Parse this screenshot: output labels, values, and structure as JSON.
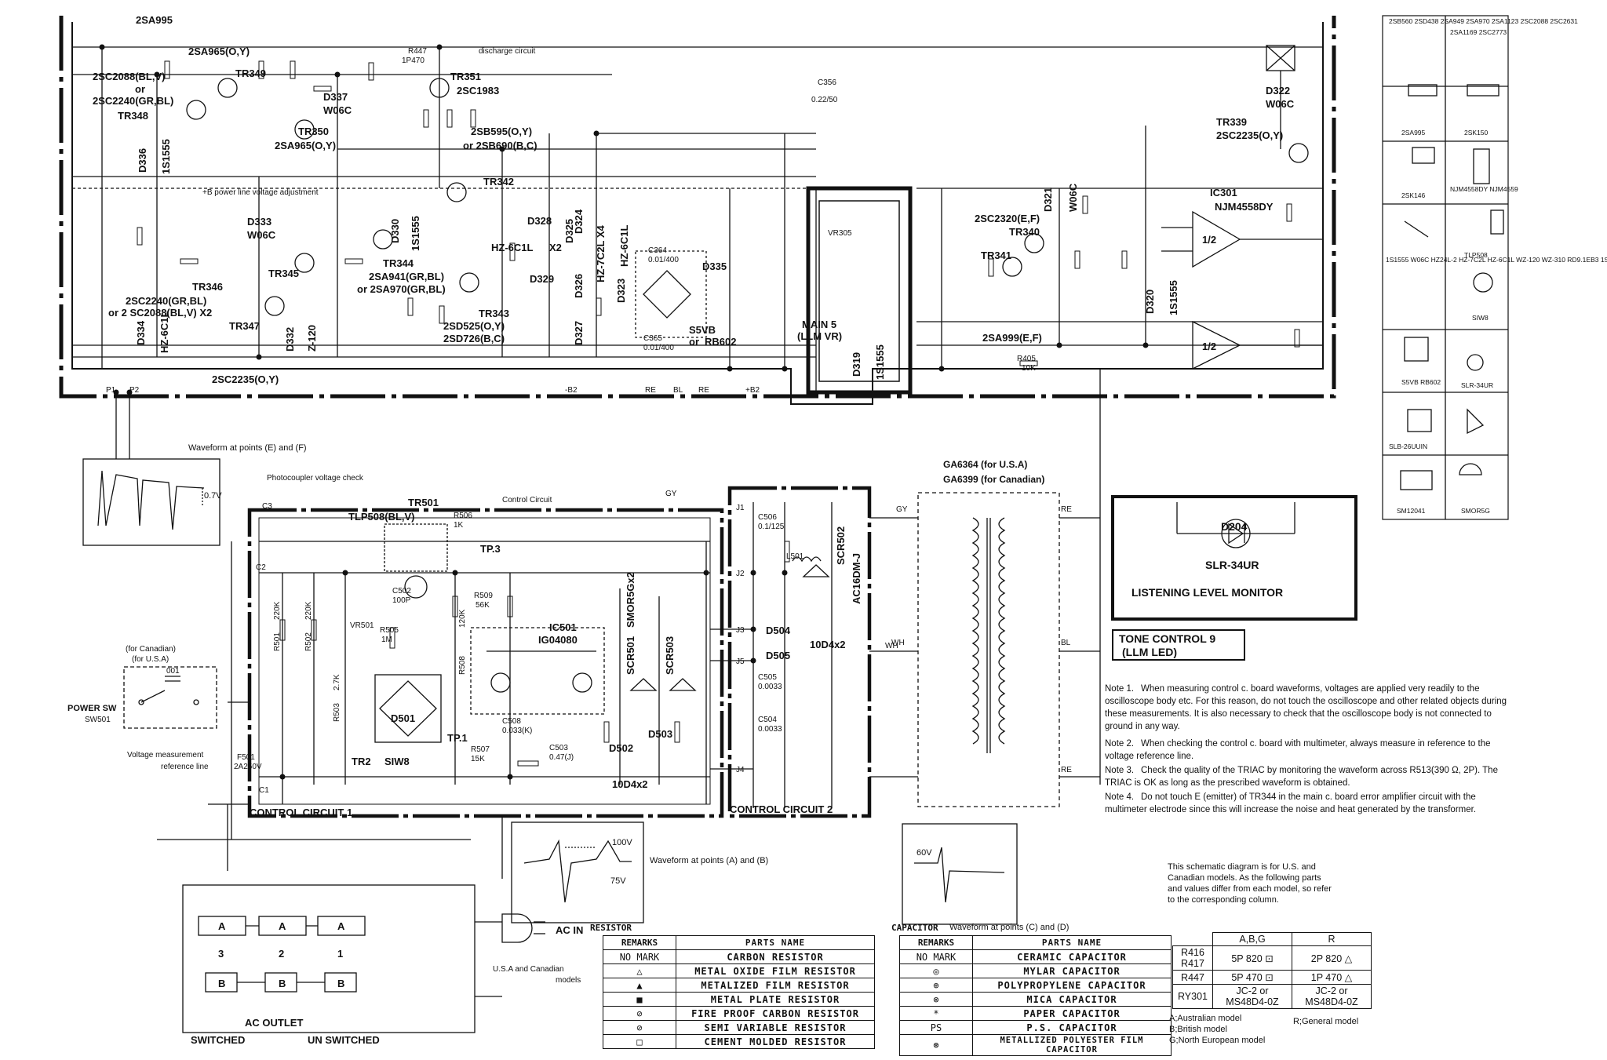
{
  "top_labels": {
    "tr_2sa995": "2SA995",
    "tr349_type": "2SA965(O,Y)",
    "tr349": "TR349",
    "tr348_type_a": "2SC2088(BL,V)",
    "tr348_or": "or",
    "tr348_type_b": "2SC2240(GR,BL)",
    "tr348": "TR348",
    "tr350": "TR350",
    "tr350_type": "2SA965(O,Y)",
    "d337": "D337",
    "d337_type": "W06C",
    "tr351": "TR351",
    "tr351_type": "2SC1983",
    "discharge": "discharge circuit",
    "r447": "R447",
    "r447_val": "1P470",
    "tr_2sb595": "2SB595(O,Y)",
    "tr_2sb690": "or 2SB690(B,C)",
    "d336": "D336",
    "d336_type": "1S1555",
    "bplus": "+B power line voltage adjustment",
    "d333": "D333",
    "d333_type": "W06C",
    "tr346": "TR346",
    "tr345": "TR345",
    "tr346_type_a": "2SC2240(GR,BL)",
    "tr346_type_b": "or 2 SC2088(BL,V) X2",
    "tr347": "TR347",
    "d334": "D334",
    "d334_type": "HZ-6C1L",
    "d332": "D332",
    "d332_type": "Z-120",
    "tr344": "TR344",
    "tr344_type_a": "2SA941(GR,BL)",
    "tr344_type_b": "or 2SA970(GR,BL)",
    "d330": "D330",
    "d330_type": "1S1555",
    "tr342": "TR342",
    "d328": "D328",
    "d328_type": "HZ-6C1L",
    "d329": "D329",
    "tr343": "TR343",
    "tr343_type_a": "2SD525(O,Y)",
    "tr343_type_b": "2SD726(B,C)",
    "d325": "D325",
    "d324": "D324",
    "hz7c2l": "HZ-7C2L X4",
    "hz6c1l": "HZ-6C1L",
    "d326": "D326",
    "d327": "D327",
    "d323": "D323",
    "x2": "X2",
    "d335": "D335",
    "s5vb": "S5VB",
    "s5vb_or": "or",
    "rb602": "RB602",
    "c364": "C364",
    "c364_val": "0.01/400",
    "c365": "C365",
    "c365_val": "0.01/400",
    "tr2sc2235_bot": "2SC2235(O,Y)",
    "c356": "C356",
    "c356_val": "0.22/50",
    "tr339": "TR339",
    "tr339_type": "2SC2235(O,Y)",
    "d322": "D322",
    "d322_type": "W06C",
    "d321": "D321",
    "d321_type": "W06C",
    "ic301": "IC301",
    "ic301_type": "NJM4558DY",
    "half": "1/2",
    "tr340": "TR340",
    "tr340_type": "2SC2320(E,F)",
    "tr341": "TR341",
    "d320": "D320",
    "d320_type": "1S1555",
    "tr2sa999": "2SA999(E,F)",
    "r405": "R405",
    "r405_val": "10K",
    "d319": "D319",
    "d319_type": "1S1555",
    "main5_a": "MAIN 5",
    "main5_b": "(LLM VR)",
    "vr305": "VR305",
    "p1": "P1",
    "p2": "P2",
    "minus_b2": "-B2",
    "plus_b2": "+B2",
    "re": "RE",
    "bl": "BL"
  },
  "waveforms": {
    "ef": "Waveform at points (E) and (F)",
    "ef_v": "0.7V",
    "ab": "Waveform at points (A) and (B)",
    "ab_v1": "100V",
    "ab_v2": "75V",
    "cd": "Waveform at points (C) and (D)",
    "cd_v": "60V"
  },
  "control": {
    "photocoupler": "Photocoupler voltage check",
    "tr501": "TR501",
    "tlp508": "TLP508(BL,V)",
    "r506": "R506",
    "r506_val": "1K",
    "tp3": "TP.3",
    "control_circuit": "Control Circuit",
    "ic501": "IC501",
    "ic501_type": "IG04080",
    "d501": "D501",
    "siw8": "SIW8",
    "tr2": "TR2",
    "tp1": "TP.1",
    "scr501": "SCR501",
    "smor5g": "SMOR5Gx2",
    "scr503": "SCR503",
    "d502": "D502",
    "d503": "D503",
    "d504": "D504",
    "d505": "D505",
    "scr502": "SCR502",
    "ac16dm": "AC16DM-J",
    "d10d4": "10D4x2",
    "d10d4b": "10D4x2",
    "l501": "L501",
    "r509": "R509",
    "r509_val": "56K",
    "r508": "R508",
    "r508_val": "120K",
    "r505": "R505",
    "r505_val": "1M",
    "vr501": "VR501",
    "r502": "R502",
    "r502_val": "220K",
    "r501": "R501",
    "r501_val": "220K",
    "r503": "R503",
    "r503_val": "2.7K",
    "r507": "R507",
    "r507_val": "15K",
    "c502": "C502",
    "c502_val": "100P",
    "c505": "C505",
    "c505_val": "0.0033",
    "c504": "C504",
    "c504_val": "0.0033",
    "c506": "C506",
    "c506_val": "0.1/125",
    "c503": "C503",
    "c503_val": "0.47(J)",
    "c508": "C508",
    "c508_val": "0.033(K)",
    "f501": "F501",
    "f501_val": "2A250V",
    "cc1": "CONTROL CIRCUIT 1",
    "cc2": "CONTROL CIRCUIT 2",
    "j1": "J1",
    "j2": "J2",
    "j3": "J3",
    "j4": "J4",
    "j5": "J5",
    "c1": "C1",
    "c2": "C2",
    "c3": "C3",
    "gy": "GY",
    "wh": "WH"
  },
  "power": {
    "for_canadian": "(for Canadian)",
    "for_usa": "(for U.S.A)",
    "cap": "001",
    "power_sw": "POWER SW",
    "sw501": "SW501",
    "voltage_ref_a": "Voltage measurement",
    "voltage_ref_b": "reference line",
    "ac_in": "AC IN",
    "usa_can_a": "U.S.A and Canadian",
    "usa_can_b": "models",
    "ac_outlet": "AC OUTLET",
    "switched": "SWITCHED",
    "unswitched": "UN SWITCHED",
    "outlets": [
      {
        "top": "A",
        "mid": "3",
        "bot": "B"
      },
      {
        "top": "A",
        "mid": "2",
        "bot": "B"
      },
      {
        "top": "A",
        "mid": "1",
        "bot": "B"
      }
    ]
  },
  "transformer": {
    "ga6364": "GA6364 (for U.S.A)",
    "ga6399": "GA6399 (for Canadian)",
    "gy": "GY",
    "re": "RE",
    "wh": "WH",
    "bl": "BL"
  },
  "monitor": {
    "d204": "D204",
    "slr34ur": "SLR-34UR",
    "title": "LISTENING LEVEL MONITOR",
    "tone_a": "TONE CONTROL 9",
    "tone_b": "(LLM LED)"
  },
  "parts_panel": [
    {
      "label": "2SB560 2SD438 2SA949 2SA970 2SA1123 2SC2088 2SC2631",
      "label2": "2SA1169 2SC2773"
    },
    {
      "label": "2SA995",
      "label2": "2SK150"
    },
    {
      "label": "2SK146",
      "label2": "NJM4558DY NJM4559"
    },
    {
      "label": "1S1555 W06C HZ24L-2 HZ-7C2L HZ-6C1L WZ-120 WZ-310 RD9.1EB3 1S882",
      "label2": "TLP508"
    },
    {
      "label": "",
      "label2": "SIW8"
    },
    {
      "label": "S5VB RB602",
      "label2": "SLR-34UR"
    },
    {
      "label": "SLB-26UUIN",
      "label2": ""
    },
    {
      "label": "SM12041",
      "label2": "SMOR5G"
    }
  ],
  "notes": [
    {
      "num": "Note 1.",
      "text": "When measuring control c. board waveforms, voltages are applied very readily to the oscilloscope body etc. For this reason, do not touch the oscilloscope and other related objects during these measurements. It is also necessary to check that the oscilloscope body is not connected to ground in any way."
    },
    {
      "num": "Note 2.",
      "text": "When checking the control c. board with multimeter, always measure in reference to the voltage reference line."
    },
    {
      "num": "Note 3.",
      "text": "Check the quality of the TRIAC by monitoring the waveform across R513(390 Ω, 2P). The TRIAC is OK as long as the prescribed waveform is obtained."
    },
    {
      "num": "Note 4.",
      "text": "Do not touch E (emitter) of TR344 in the main c. board error amplifier circuit with the multimeter electrode since this will increase the noise and heat generated by the transformer."
    }
  ],
  "model_note": "This schematic diagram is for U.S. and Canadian models. As the following parts and values differ from each model, so refer to the corresponding column.",
  "model_table": {
    "headers": [
      "",
      "A,B,G",
      "R"
    ],
    "rows": [
      [
        "R416 R417",
        "5P 820 ⊡",
        "2P 820 △"
      ],
      [
        "R447",
        "5P 470 ⊡",
        "1P 470 △"
      ],
      [
        "RY301",
        "JC-2 or MS48D4-0Z",
        "JC-2 or MS48D4-0Z"
      ]
    ]
  },
  "model_legend": {
    "a": "A;Australian model",
    "r": "R;General model",
    "b": "B;British model",
    "g": "G;North European model"
  },
  "resistor": {
    "title": "RESISTOR",
    "headers": [
      "REMARKS",
      "PARTS NAME"
    ],
    "rows": [
      [
        "NO MARK",
        "CARBON RESISTOR"
      ],
      [
        "△",
        "METAL OXIDE FILM RESISTOR"
      ],
      [
        "▲",
        "METALIZED FILM RESISTOR"
      ],
      [
        "■",
        "METAL PLATE RESISTOR"
      ],
      [
        "⊘",
        "FIRE PROOF CARBON RESISTOR"
      ],
      [
        "⊘",
        "SEMI VARIABLE RESISTOR"
      ],
      [
        "□",
        "CEMENT MOLDED RESISTOR"
      ]
    ]
  },
  "capacitor": {
    "title": "CAPACITOR",
    "headers": [
      "REMARKS",
      "PARTS NAME"
    ],
    "rows": [
      [
        "NO MARK",
        "CERAMIC CAPACITOR"
      ],
      [
        "◎",
        "MYLAR CAPACITOR"
      ],
      [
        "⊕",
        "POLYPROPYLENE CAPACITOR"
      ],
      [
        "⊗",
        "MICA CAPACITOR"
      ],
      [
        "*",
        "PAPER CAPACITOR"
      ],
      [
        "PS",
        "P.S. CAPACITOR"
      ],
      [
        "⊛",
        "METALLIZED POLYESTER FILM CAPACITOR"
      ]
    ]
  }
}
